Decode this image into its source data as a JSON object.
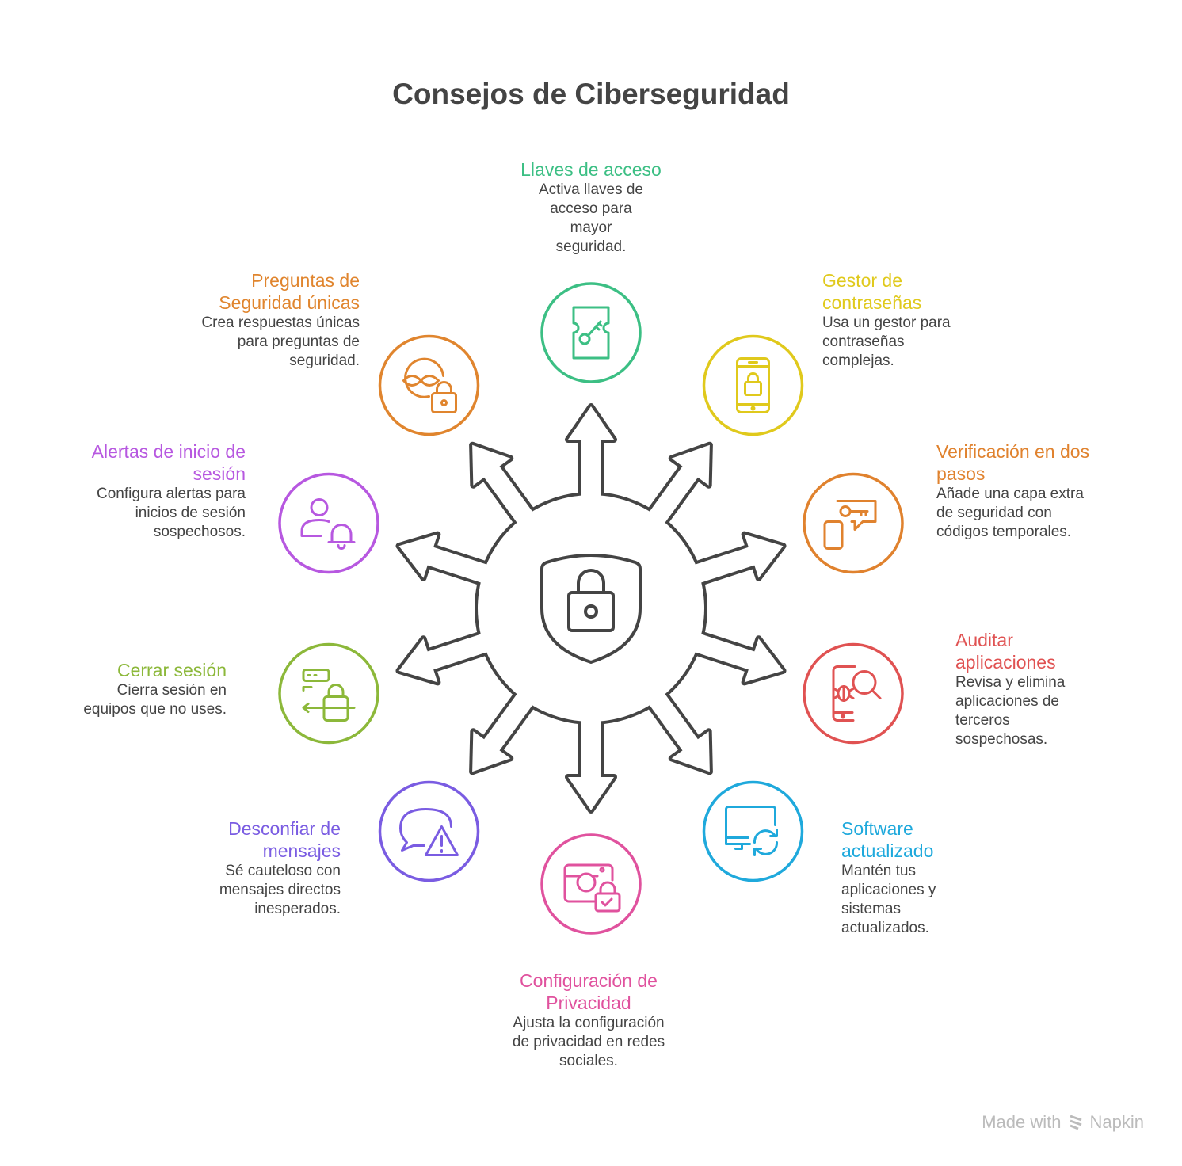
{
  "title": "Consejos de Ciberseguridad",
  "center_icon": "shield-lock-icon",
  "items": [
    {
      "title": "Llaves de acceso",
      "desc": "Activa llaves de acceso para mayor seguridad.",
      "color": "#3cbf84",
      "icon": "key-ticket-icon"
    },
    {
      "title": "Gestor de contraseñas",
      "desc": "Usa un gestor para contraseñas complejas.",
      "color": "#e0c91c",
      "icon": "phone-lock-icon"
    },
    {
      "title": "Verificación en dos pasos",
      "desc": "Añade una capa extra de seguridad con códigos temporales.",
      "color": "#e0822e",
      "icon": "phone-key-message-icon"
    },
    {
      "title": "Auditar aplicaciones",
      "desc": "Revisa y elimina aplicaciones de terceros sospechosas.",
      "color": "#e05252",
      "icon": "phone-bug-search-icon"
    },
    {
      "title": "Software actualizado",
      "desc": "Mantén tus aplicaciones y sistemas actualizados.",
      "color": "#1fa9dc",
      "icon": "monitor-refresh-icon"
    },
    {
      "title": "Configuración de Privacidad",
      "desc": "Ajusta la configuración de privacidad en redes sociales.",
      "color": "#e0529e",
      "icon": "camera-lock-icon"
    },
    {
      "title": "Desconfiar de mensajes",
      "desc": "Sé cauteloso con mensajes directos inesperados.",
      "color": "#7a5ce2",
      "icon": "chat-warning-icon"
    },
    {
      "title": "Cerrar sesión",
      "desc": "Cierra sesión en equipos que no uses.",
      "color": "#8cb83a",
      "icon": "logout-lock-icon"
    },
    {
      "title": "Alertas de inicio de sesión",
      "desc": "Configura alertas para inicios de sesión sospechosos.",
      "color": "#b758e0",
      "icon": "user-bell-icon"
    },
    {
      "title": "Preguntas de Seguridad únicas",
      "desc": "Crea respuestas únicas para preguntas de seguridad.",
      "color": "#e0852e",
      "icon": "question-lock-icon"
    }
  ],
  "footer": {
    "made_with": "Made with",
    "brand": "Napkin"
  }
}
